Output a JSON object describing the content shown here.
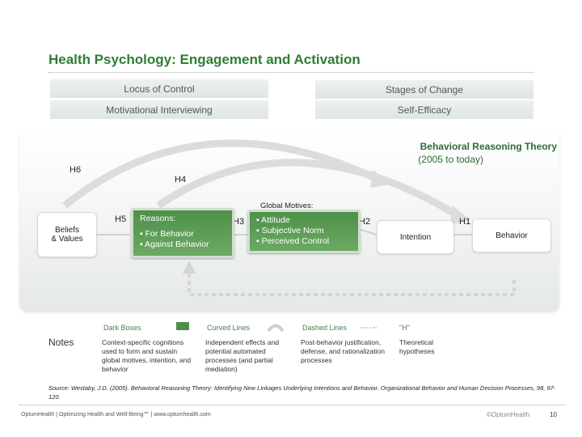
{
  "title": "Health Psychology: Engagement and Activation",
  "topics": {
    "left1": "Locus of Control",
    "right1": "Stages of Change",
    "left2": "Motivational Interviewing",
    "right2": "Self-Efficacy"
  },
  "brt": {
    "title": "Behavioral Reasoning Theory",
    "subtitle": "(2005 to today)"
  },
  "diagram": {
    "h6": "H6",
    "h4": "H4",
    "h5": "H5",
    "h3": "H3",
    "h2": "H2",
    "h1": "H1",
    "beliefs": "Beliefs",
    "values": "& Values",
    "reasons_title": "Reasons:",
    "reasons_items": [
      "▪ For Behavior",
      "▪ Against Behavior"
    ],
    "global_title": "Global Motives:",
    "global_items": [
      "▪ Attitude",
      "▪ Subjective Norm",
      "▪ Perceived Control"
    ],
    "intention": "Intention",
    "behavior": "Behavior"
  },
  "legend": {
    "notes": "Notes",
    "items": [
      {
        "head": "Dark Boxes",
        "desc": "Context-specific cognitions used to form and sustain global motives, intention, and behavior"
      },
      {
        "head": "Curved Lines",
        "desc": "Independent effects and potential automated processes (and partial mediation)"
      },
      {
        "head": "Dashed Lines",
        "desc": "Post-behavior justification, defense, and rationalization processes"
      },
      {
        "head": "\"H\"",
        "desc": "Theoretical hypotheses"
      }
    ]
  },
  "source": "Source: Westaby, J.D. (2005). Behavioral Reasoning Theory: Identifying New Linkages Underlying Intentions and Behavior. Organizational Behavior and Human Decision Processes, 98, 97-120.",
  "footer": {
    "left": "OptumHealth | Optimizing Health and Well-Being℠ | www.optumhealth.com",
    "brand": "©OptumHealth",
    "page": "10"
  },
  "colors": {
    "title": "#2e7d32",
    "dark_box": "#5a9a55",
    "accent_text": "#2e6b35"
  }
}
